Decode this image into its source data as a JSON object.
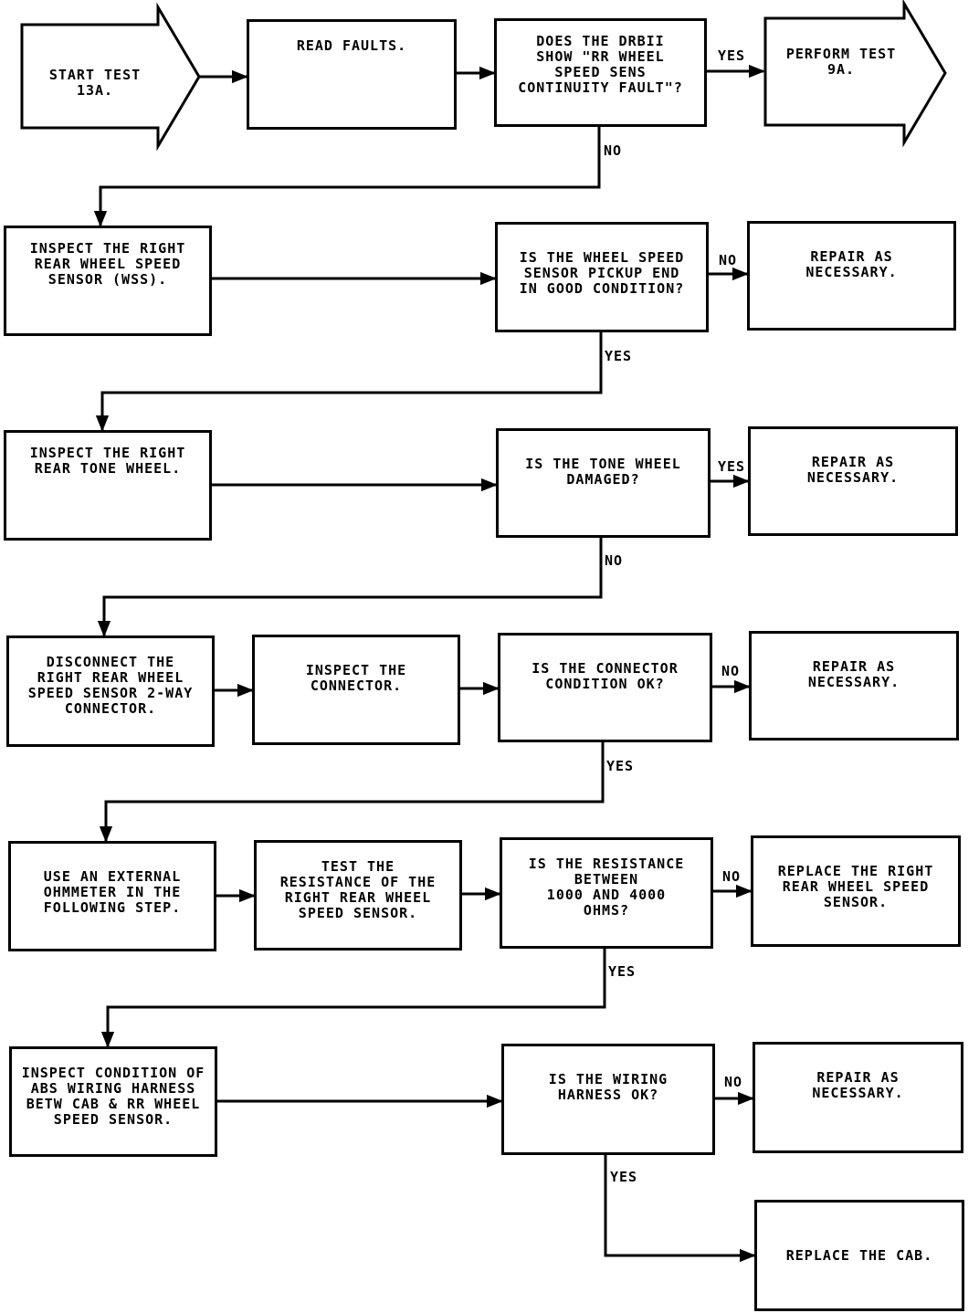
{
  "start": "START TEST 13A.",
  "read_faults": "READ FAULTS.",
  "q_drb": "DOES THE DRBII\nSHOW \"RR WHEEL\nSPEED SENS\nCONTINUITY FAULT\"?",
  "perform_9a": "PERFORM TEST\n9A.",
  "inspect_wss": "INSPECT THE RIGHT\nREAR WHEEL SPEED\nSENSOR (WSS).",
  "q_pickup": "IS THE WHEEL SPEED\nSENSOR PICKUP END\nIN GOOD CONDITION?",
  "repair_1": "REPAIR AS\nNECESSARY.",
  "inspect_tone": "INSPECT THE RIGHT\nREAR TONE WHEEL.",
  "q_tone": "IS THE TONE WHEEL\nDAMAGED?",
  "repair_2": "REPAIR AS\nNECESSARY.",
  "disconnect": "DISCONNECT THE\nRIGHT REAR WHEEL\nSPEED SENSOR 2-WAY\nCONNECTOR.",
  "inspect_connector": "INSPECT THE\nCONNECTOR.",
  "q_connector": "IS THE CONNECTOR\nCONDITION OK?",
  "repair_3": "REPAIR AS\nNECESSARY.",
  "ohmmeter": "USE AN EXTERNAL\nOHMMETER IN THE\nFOLLOWING STEP.",
  "test_resistance": "TEST THE\nRESISTANCE OF THE\nRIGHT REAR WHEEL\nSPEED SENSOR.",
  "q_resistance": "IS THE RESISTANCE\nBETWEEN\n1000 AND 4000\nOHMS?",
  "replace_sensor": "REPLACE THE RIGHT\nREAR WHEEL SPEED\nSENSOR.",
  "inspect_harness": "INSPECT CONDITION OF\nABS WIRING HARNESS\nBETW CAB & RR WHEEL\nSPEED SENSOR.",
  "q_harness": "IS THE WIRING\nHARNESS OK?",
  "repair_4": "REPAIR AS\nNECESSARY.",
  "replace_cab": "REPLACE THE CAB.",
  "labels": {
    "yes_perform": "YES",
    "no_drb": "NO",
    "no_pickup": "NO",
    "yes_pickup": "YES",
    "yes_tone": "YES",
    "no_tone": "NO",
    "no_connector": "NO",
    "yes_connector": "YES",
    "no_resistance": "NO",
    "yes_resistance": "YES",
    "no_harness": "NO",
    "yes_harness": "YES"
  }
}
